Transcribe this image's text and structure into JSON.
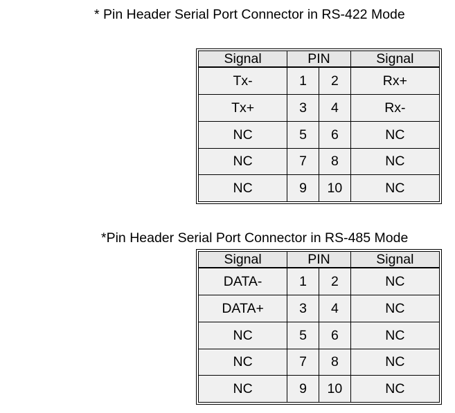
{
  "tables": [
    {
      "caption": "* Pin Header Serial Port Connector in RS-422 Mode",
      "headers": [
        "Signal",
        "PIN",
        "Signal"
      ],
      "rows": [
        {
          "left": "Tx-",
          "pin_a": "1",
          "pin_b": "2",
          "right": "Rx+"
        },
        {
          "left": "Tx+",
          "pin_a": "3",
          "pin_b": "4",
          "right": "Rx-"
        },
        {
          "left": "NC",
          "pin_a": "5",
          "pin_b": "6",
          "right": "NC"
        },
        {
          "left": "NC",
          "pin_a": "7",
          "pin_b": "8",
          "right": "NC"
        },
        {
          "left": "NC",
          "pin_a": "9",
          "pin_b": "10",
          "right": "NC"
        }
      ]
    },
    {
      "caption": "*Pin Header Serial Port Connector in RS-485 Mode",
      "headers": [
        "Signal",
        "PIN",
        "Signal"
      ],
      "rows": [
        {
          "left": "DATA-",
          "pin_a": "1",
          "pin_b": "2",
          "right": "NC"
        },
        {
          "left": "DATA+",
          "pin_a": "3",
          "pin_b": "4",
          "right": "NC"
        },
        {
          "left": "NC",
          "pin_a": "5",
          "pin_b": "6",
          "right": "NC"
        },
        {
          "left": "NC",
          "pin_a": "7",
          "pin_b": "8",
          "right": "NC"
        },
        {
          "left": "NC",
          "pin_a": "9",
          "pin_b": "10",
          "right": "NC"
        }
      ]
    }
  ]
}
